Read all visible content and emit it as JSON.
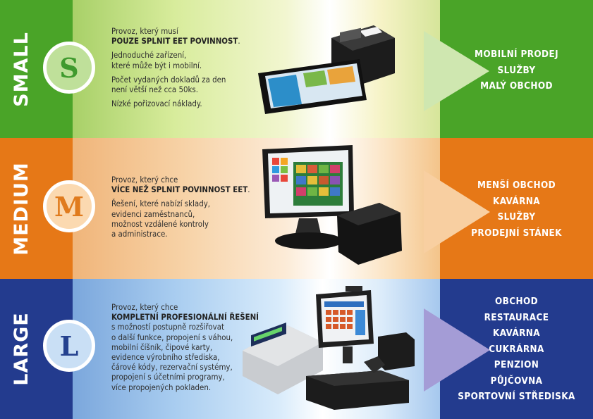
{
  "colors": {
    "small": "#4aa428",
    "medium": "#e67817",
    "large": "#233b8e",
    "small_letter": "#3f9a2e",
    "medium_letter": "#e07b1d",
    "large_letter": "#24418f"
  },
  "tiers": [
    {
      "label": "SMALL",
      "letter": "S",
      "intro": "Provoz, který musí",
      "headline": "POUZE SPLNIT EET POVINNOST",
      "headline_suffix": ".",
      "paragraphs": [
        "Jednoduché zařízení,\nkteré může být i mobilní.",
        "Počet vydaných dokladů za den\nnení větší než cca 50ks.",
        "Nízké pořizovací náklady."
      ],
      "uses": [
        "MOBILNÍ PRODEJ",
        "SLUŽBY",
        "MALÝ OBCHOD"
      ],
      "device_icon": "tablet-with-receipt-printer-icon"
    },
    {
      "label": "MEDIUM",
      "letter": "M",
      "intro": "Provoz, který chce",
      "headline": "VÍCE NEŽ SPLNIT POVINNOST EET",
      "headline_suffix": ".",
      "paragraphs": [
        "Řešení, které nabízí sklady,\nevidenci zaměstnanců,\nmožnost vzdálené kontroly\na administrace."
      ],
      "uses": [
        "MENŠÍ OBCHOD",
        "KAVÁRNA",
        "SLUŽBY",
        "PRODEJNÍ STÁNEK"
      ],
      "device_icon": "touch-pos-terminal-icon"
    },
    {
      "label": "LARGE",
      "letter": "L",
      "intro": "Provoz, který chce",
      "headline": "KOMPLETNÍ PROFESIONÁLNÍ ŘEŠENÍ",
      "headline_suffix": "",
      "paragraphs": [
        "s možností postupně rozšiřovat\no další funkce, propojení s váhou,\nmobilní číšník, čipové karty,\nevidence výrobního střediska,\nčárové kódy, rezervační systémy,\npropojení s účetními programy,\nvíce propojených pokladen."
      ],
      "uses": [
        "OBCHOD",
        "RESTAURACE",
        "KAVÁRNA",
        "CUKRÁRNA",
        "PENZION",
        "PŮJČOVNA",
        "SPORTOVNÍ STŘEDISKA"
      ],
      "device_icon": "full-pos-system-with-scale-icon"
    }
  ]
}
